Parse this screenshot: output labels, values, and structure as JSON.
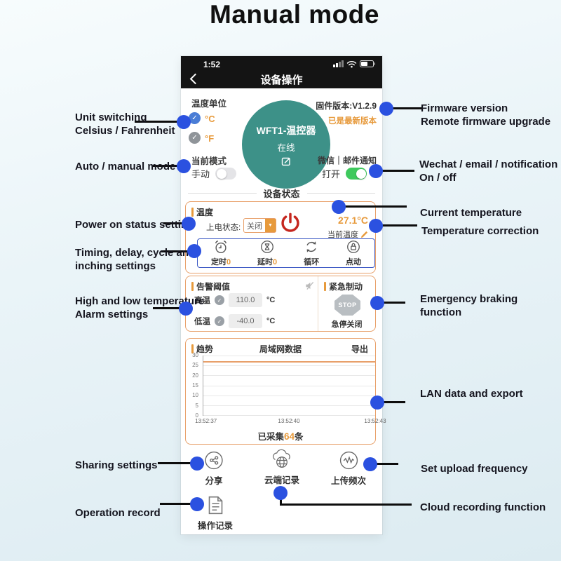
{
  "page_title": "Manual mode",
  "colors": {
    "accent_orange": "#E79A3C",
    "box_border_orange": "#E8A06A",
    "annotation_blue": "#2B51E0",
    "toggle_green": "#3EC95D",
    "device_teal": "#3D9188",
    "power_red": "#C5261E",
    "timer_box_blue": "#3A57C4"
  },
  "phone": {
    "status_bar": {
      "time": "1:52"
    },
    "nav": {
      "title": "设备操作"
    },
    "unit_section": {
      "label": "温度单位",
      "celsius": "°C",
      "fahrenheit": "°F"
    },
    "device": {
      "name": "WFT1-温控器",
      "status": "在线"
    },
    "firmware": {
      "version": "固件版本:V1.2.9",
      "latest": "已是最新版本"
    },
    "mode_section": {
      "label": "当前模式",
      "manual": "手动"
    },
    "notify_section": {
      "label": "微信｜邮件通知",
      "on": "打开"
    },
    "section_divider": "设备状态",
    "temp_box": {
      "title": "温度",
      "power_status_label": "上电状态:",
      "power_status_value": "关闭",
      "current_temp": "27.1°C",
      "current_temp_label": "当前温度",
      "timers": [
        {
          "icon": "alarm-clock-icon",
          "label": "定时",
          "value": "0"
        },
        {
          "icon": "hourglass-icon",
          "label": "延时",
          "value": "0"
        },
        {
          "icon": "cycle-icon",
          "label": "循环",
          "value": ""
        },
        {
          "icon": "lock-icon",
          "label": "点动",
          "value": ""
        }
      ]
    },
    "alarm_box": {
      "title": "告警阈值",
      "high_label": "高温",
      "high_value": "110.0",
      "high_unit": "°C",
      "low_label": "低温",
      "low_value": "-40.0",
      "low_unit": "°C"
    },
    "brake_box": {
      "title": "紧急制动",
      "stop": "STOP",
      "status": "急停关闭"
    },
    "chart_box": {
      "title": "趋势",
      "header_center": "局域网数据",
      "export": "导出",
      "collected_prefix": "已采集",
      "collected_count": "64",
      "collected_suffix": "条"
    },
    "chart_data": {
      "type": "line",
      "title": "局域网数据",
      "x": [
        "13:52:37",
        "13:52:40",
        "13:52:43"
      ],
      "yticks": [
        0,
        5,
        10,
        15,
        20,
        25,
        30
      ],
      "ylim": [
        0,
        30
      ],
      "xlabel": "",
      "ylabel": "",
      "grid": true,
      "legend_position": "none",
      "series": [
        {
          "name": "当前温度",
          "values": [
            27.1,
            27.1,
            27.1
          ],
          "color": "#E8A06A"
        }
      ]
    },
    "actions": [
      {
        "icon": "share-icon",
        "label": "分享"
      },
      {
        "icon": "cloud-icon",
        "label": "云端记录"
      },
      {
        "icon": "wave-icon",
        "label": "上传频次"
      }
    ],
    "operation": {
      "icon": "document-icon",
      "label": "操作记录"
    }
  },
  "annotations": {
    "left": [
      {
        "text": "Unit switching\nCelsius / Fahrenheit"
      },
      {
        "text": "Auto / manual mode"
      },
      {
        "text": "Power on status setting"
      },
      {
        "text": "Timing, delay, cycle and\ninching settings"
      },
      {
        "text": "High and low temperature\nAlarm settings"
      },
      {
        "text": "Sharing settings"
      },
      {
        "text": "Operation record"
      }
    ],
    "right": [
      {
        "text": "Firmware version\nRemote firmware upgrade"
      },
      {
        "text": "Wechat / email / notification\nOn / off"
      },
      {
        "text": "Current temperature"
      },
      {
        "text": "Temperature correction"
      },
      {
        "text": "Emergency braking function"
      },
      {
        "text": "LAN data and export"
      },
      {
        "text": "Set upload frequency"
      },
      {
        "text": "Cloud recording function"
      }
    ]
  }
}
